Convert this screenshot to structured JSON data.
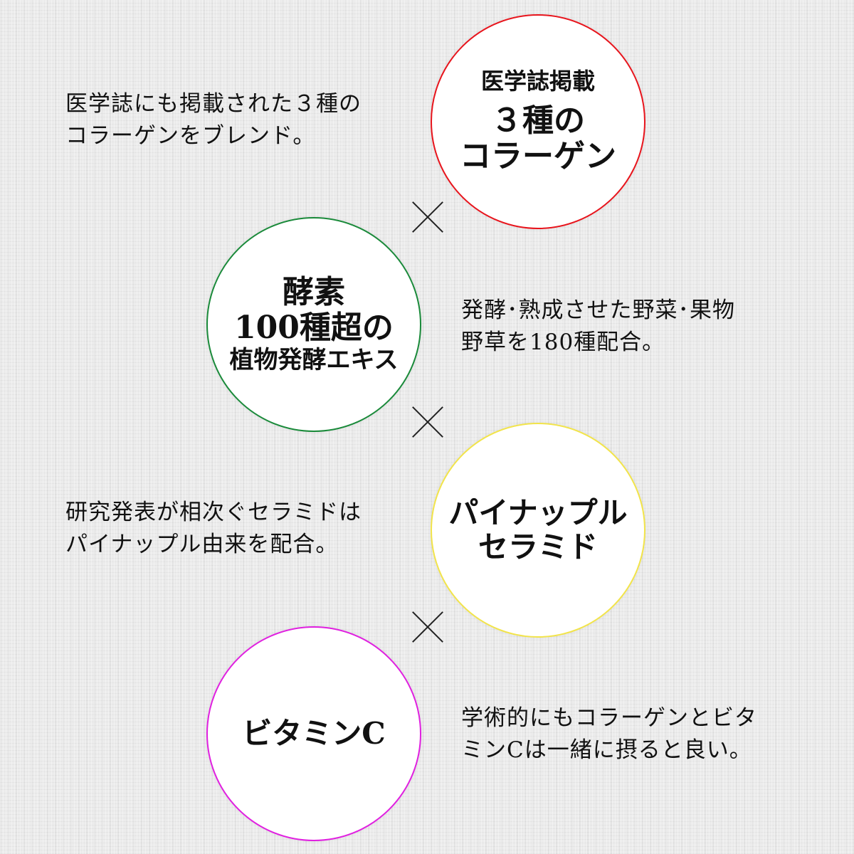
{
  "sections": [
    {
      "circle_lines": [
        "医学誌掲載",
        "３種の",
        "コラーゲン"
      ],
      "circle_color": "#e8141c",
      "description_lines": [
        "医学誌にも掲載された３種の",
        "コラーゲンをブレンド。"
      ]
    },
    {
      "circle_lines": [
        "酵素",
        "100種超の",
        "植物発酵エキス"
      ],
      "circle_color": "#1a8a3a",
      "description_lines": [
        "発酵･熟成させた野菜･果物",
        "野草を180種配合。"
      ]
    },
    {
      "circle_lines": [
        "パイナップル",
        "セラミド"
      ],
      "circle_color": "#f2e44a",
      "description_lines": [
        "研究発表が相次ぐセラミドは",
        "パイナップル由来を配合。"
      ]
    },
    {
      "circle_lines": [
        "ビタミンC"
      ],
      "circle_color": "#e020e0",
      "description_lines": [
        "学術的にもコラーゲンとビタ",
        "ミンCは一緒に摂ると良い。"
      ]
    }
  ],
  "multiplier_symbol": "×"
}
